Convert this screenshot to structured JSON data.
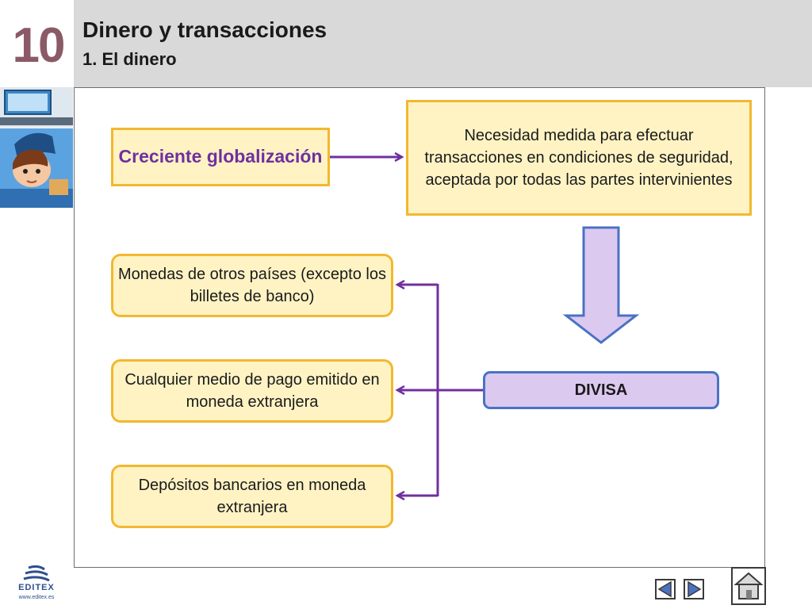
{
  "header": {
    "chapter_number": "10",
    "title": "Dinero y transacciones",
    "subtitle": "1. El dinero"
  },
  "diagram": {
    "source_box": "Creciente globalización",
    "definition_box": "Necesidad medida para efectuar transacciones en condiciones de seguridad, aceptada por todas las partes intervinientes",
    "central_box": "DIVISA",
    "branches": [
      "Monedas de otros países (excepto los billetes de banco)",
      "Cualquier medio de pago emitido en moneda extranjera",
      "Depósitos bancarios en moneda extranjera"
    ]
  },
  "footer": {
    "logo_text": "EDITEX",
    "logo_url": "www.editex.es"
  },
  "icons": {
    "prev": "triangle-left-icon",
    "next": "triangle-right-icon",
    "home": "home-icon"
  },
  "colors": {
    "header_band": "#d9d9d9",
    "chapter_number": "#8b5a66",
    "box_fill": "#fff3c4",
    "box_border": "#f2b830",
    "accent_purple": "#7030a0",
    "arrow_purple": "#7030a0",
    "divisa_fill": "#dcc9f0",
    "divisa_border": "#4a72c4",
    "nav_blue": "#4a72c4"
  }
}
